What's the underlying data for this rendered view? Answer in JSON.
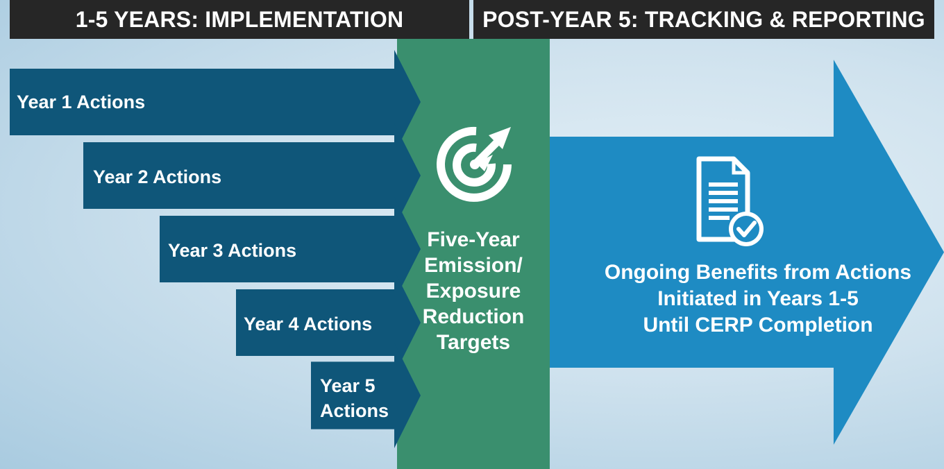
{
  "header": {
    "left": "1-5 YEARS: IMPLEMENTATION",
    "right": "POST-YEAR 5: TRACKING & REPORTING"
  },
  "years": [
    {
      "label": "Year 1 Actions"
    },
    {
      "label": "Year 2 Actions"
    },
    {
      "label": "Year 3 Actions"
    },
    {
      "label": "Year 4 Actions"
    },
    {
      "label": "Year 5 Actions"
    }
  ],
  "target": {
    "icon": "target-arrow-icon",
    "lines": [
      "Five-Year",
      "Emission/",
      "Exposure",
      "Reduction",
      "Targets"
    ]
  },
  "benefits": {
    "icon": "document-check-icon",
    "lines": [
      "Ongoing Benefits from Actions",
      "Initiated in Years 1-5",
      "Until CERP Completion"
    ]
  },
  "colors": {
    "header": "#262626",
    "year_arrows": "#0f5679",
    "green_band": "#3a8f6e",
    "benefit_arrow": "#1e8bc3"
  }
}
